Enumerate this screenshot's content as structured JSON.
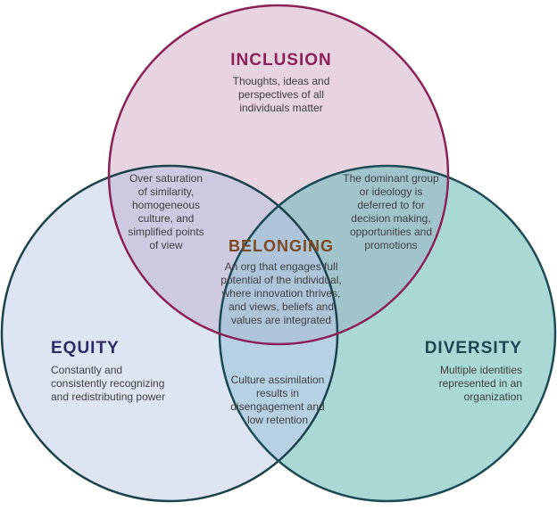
{
  "diagram": {
    "type": "venn-3-circle",
    "inclusion": {
      "title": "INCLUSION",
      "description": "Thoughts, ideas and\nperspectives of all\nindividuals matter"
    },
    "equity": {
      "title": "EQUITY",
      "description": "Constantly and\nconsistently recognizing\nand redistributing power"
    },
    "diversity": {
      "title": "DIVERSITY",
      "description": "Multiple identities\nrepresented in an\norganization"
    },
    "belonging": {
      "title": "BELONGING",
      "description": "An org that engages full\npotential of the individual,\nwhere innovation thrives,\nand views, beliefs and\nvalues are integrated"
    },
    "overlaps": {
      "inclusion_equity": "Over saturation\nof similarity,\nhomogeneous\nculture, and\nsimplified points\nof view",
      "inclusion_diversity": "The dominant group\nor ideology is\ndeferred to for\ndecision making,\nopportunities and\npromotions",
      "equity_diversity": "Culture assimilation\nresults in\ndisengagement and\nlow retention"
    }
  },
  "colors": {
    "inclusion_fill": "#e8d3e0",
    "equity_fill": "#dde4f2",
    "diversity_fill": "#a9d8d5",
    "inclusion_equity_fill": "#cdc9e1",
    "inclusion_diversity_fill": "#a1c4cb",
    "equity_diversity_fill": "#b6d0e4",
    "center_fill": "#aec4d9",
    "inclusion_border": "#8b2257",
    "equity_border": "#1d424c",
    "diversity_border": "#1d4b55",
    "inclusion_title_color": "#8b2257",
    "equity_title_color": "#2d2a66",
    "diversity_title_color": "#1c4852",
    "belonging_title_color": "#7b4a24",
    "body_text_color": "#414042"
  }
}
